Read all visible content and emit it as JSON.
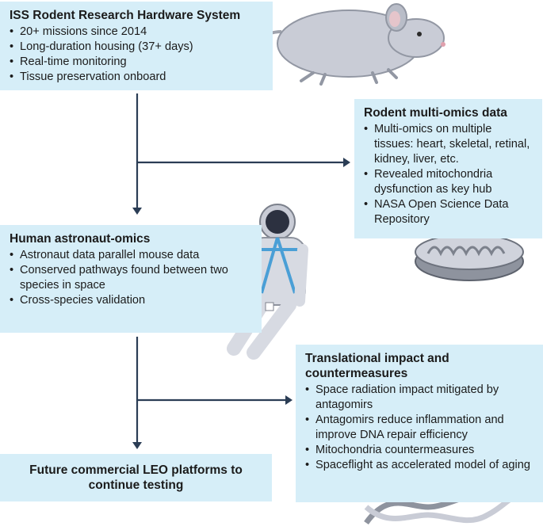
{
  "iss": {
    "title": "ISS Rodent Research Hardware System",
    "bullets": [
      "20+ missions since 2014",
      "Long-duration housing (37+ days)",
      "Real-time monitoring",
      "Tissue preservation onboard"
    ]
  },
  "rodent": {
    "title": "Rodent multi-omics data",
    "bullets": [
      "Multi-omics on multiple tissues: heart, skeletal, retinal, kidney, liver, etc.",
      "Revealed mitochondria dysfunction as key hub",
      "NASA Open Science Data Repository"
    ]
  },
  "human": {
    "title": "Human astronaut-omics",
    "bullets": [
      "Astronaut data parallel mouse data",
      "Conserved pathways found between two species in space",
      "Cross-species validation"
    ]
  },
  "translational": {
    "title": "Translational impact and countermeasures",
    "bullets": [
      "Space radiation impact mitigated by antagomirs",
      "Antagomirs reduce inflammation and improve DNA repair efficiency",
      "Mitochondria countermeasures",
      "Spaceflight as accelerated model of aging"
    ]
  },
  "future": {
    "title": "Future commercial LEO platforms to continue testing"
  },
  "colors": {
    "box": "#d6eef8",
    "arrow": "#2b3d55"
  }
}
